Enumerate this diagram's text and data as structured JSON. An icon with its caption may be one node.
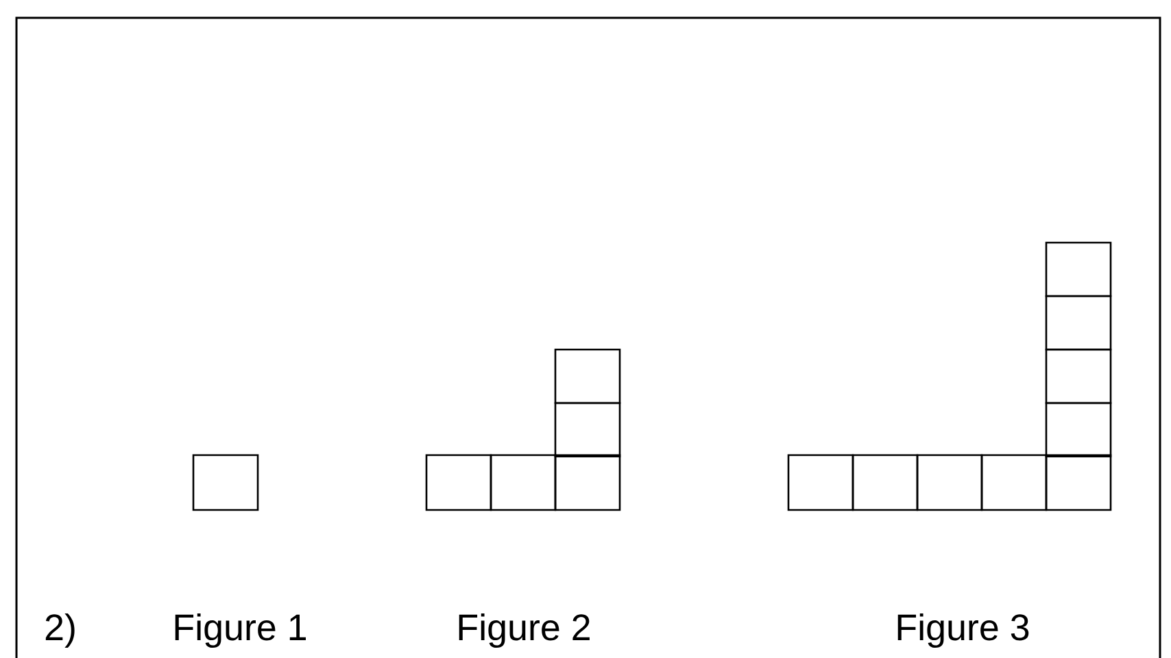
{
  "diagram": {
    "labels": [
      "2)",
      "Figure 1",
      "Figure 2",
      "Figure 3"
    ]
  }
}
